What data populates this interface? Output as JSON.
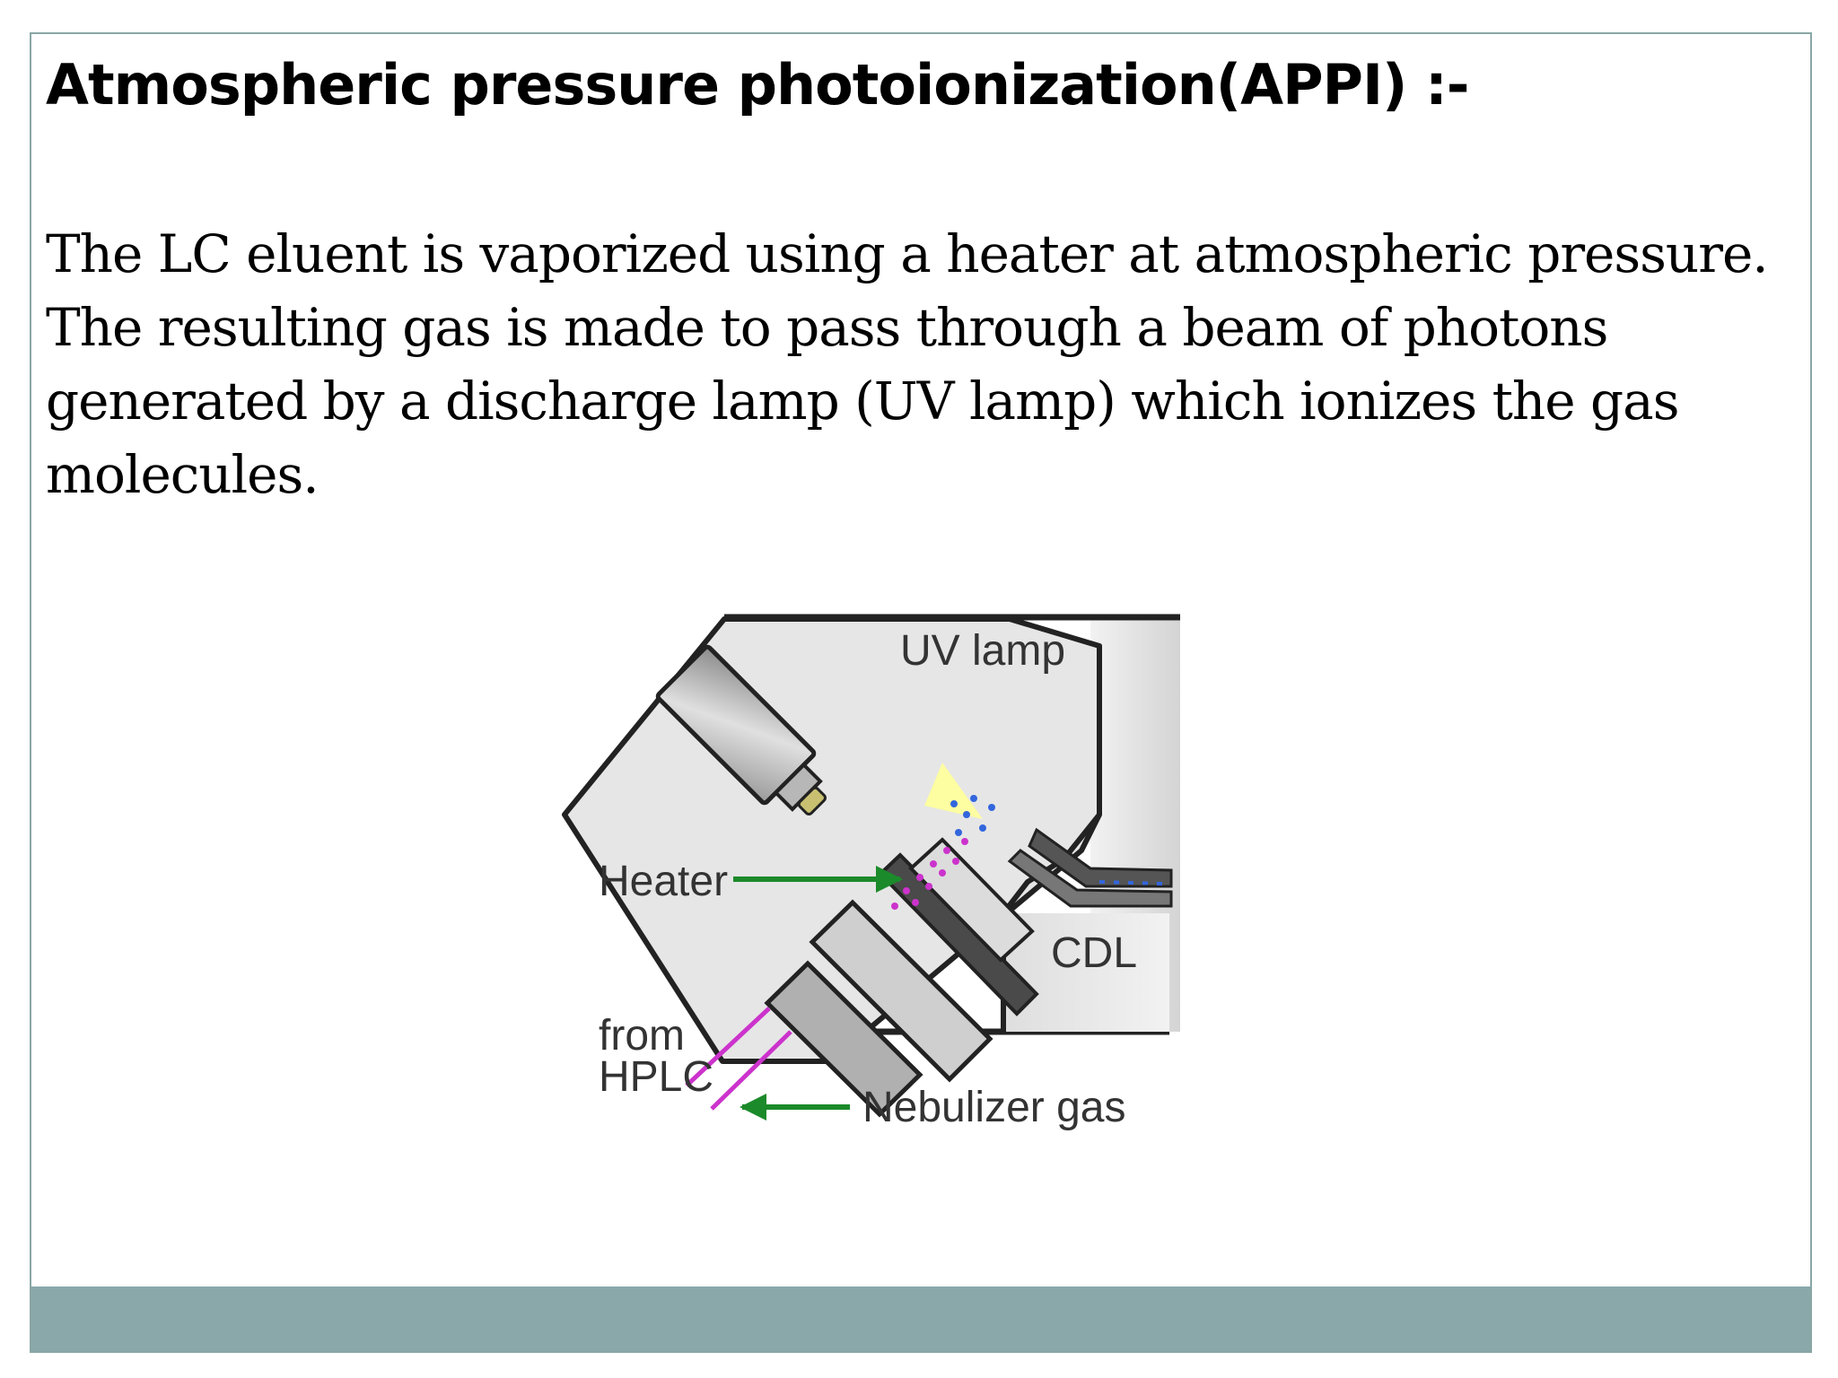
{
  "slide": {
    "title": "Atmospheric pressure photoionization(APPI) :-",
    "body": "The LC eluent is vaporized using a heater at atmospheric pressure. The resulting gas is made to pass through a beam of photons generated by a discharge lamp (UV lamp) which ionizes the gas molecules."
  },
  "diagram": {
    "labels": {
      "uv_lamp": "UV lamp",
      "heater": "Heater",
      "cdl": "CDL",
      "from": "from",
      "hplc": "HPLC",
      "nebulizer_gas": "Nebulizer gas"
    }
  },
  "colors": {
    "frame_border": "#8aa6a6",
    "footer_band": "#8aa8aa",
    "arrow": "#1b8a2a",
    "sample_particles": "#cc33cc",
    "ions": "#3366dd",
    "uv_beam": "#ffff99"
  }
}
